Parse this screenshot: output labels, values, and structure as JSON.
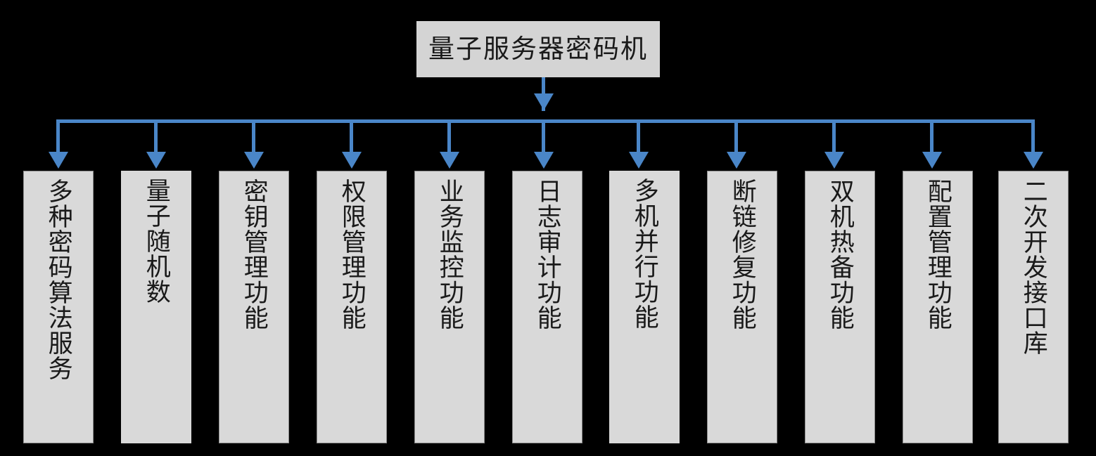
{
  "diagram": {
    "title": "量子服务器密码机",
    "root": {
      "label": "量子服务器密码机"
    },
    "colors": {
      "connector": "#4a86c8",
      "node_fill": "#d9d9d9",
      "root_fill": "#d4d4d4",
      "node_border": "#8c8c8c",
      "background": "#000000",
      "text": "#1a1a1a"
    },
    "children": [
      {
        "label": "多种密码算法服务"
      },
      {
        "label": "量子随机数"
      },
      {
        "label": "密钥管理功能"
      },
      {
        "label": "权限管理功能"
      },
      {
        "label": "业务监控功能"
      },
      {
        "label": "日志审计功能"
      },
      {
        "label": "多机并行功能"
      },
      {
        "label": "断链修复功能"
      },
      {
        "label": "双机热备功能"
      },
      {
        "label": "配置管理功能"
      },
      {
        "label": "二次开发接口库"
      }
    ]
  }
}
